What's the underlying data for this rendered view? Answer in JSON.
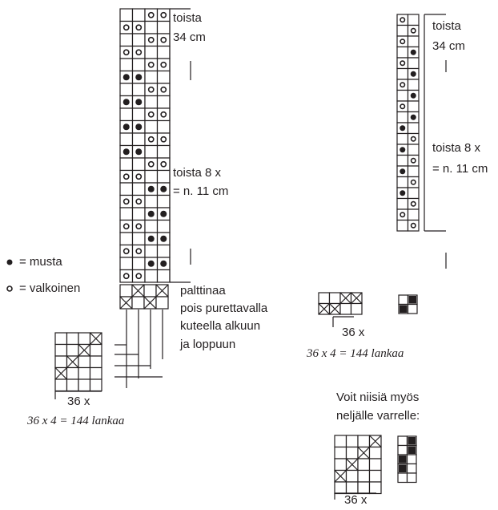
{
  "legend": {
    "black": "= musta",
    "white": "= valkoinen"
  },
  "left": {
    "repeat_label": "toista",
    "repeat_size": "34 cm",
    "repeat8_label": "toista 8 x",
    "repeat8_size": "= n. 11 cm",
    "tabby_lines": [
      "palttinaa",
      "pois purettavalla",
      "kuteella alkuun",
      "ja loppuun"
    ],
    "threading_count": "36 x",
    "formula": "36 x 4 = 144 lankaa",
    "rows_top": [
      "WWOO",
      "OOWW",
      "WWOO",
      "OOWW",
      "WWOO"
    ],
    "rows_body": [
      [
        "BBWW",
        "WWOO",
        "BBWW",
        "WWOO",
        "BBWW",
        "WWOO",
        "BBWW",
        "WWOO"
      ],
      [
        "OOWW",
        "WWBB",
        "OOWW",
        "WWBB",
        "OOWW",
        "WWBB",
        "OOWW",
        "WWBB"
      ]
    ],
    "rows_end": [
      "OOWW"
    ]
  },
  "right": {
    "repeat_label": "toista",
    "repeat_size": "34 cm",
    "repeat8_label": "toista 8 x",
    "repeat8_size": "= n. 11 cm",
    "threading_count": "36 x",
    "formula": "36 x 4 = 144 lankaa",
    "also_lines": [
      "Voit niisiä myös",
      "neljälle varrelle:"
    ],
    "bottom_count": "36 x",
    "rows_top": [
      "OW",
      "WO"
    ],
    "rows_body": [
      "OW",
      "WB"
    ],
    "rows_end": [
      "OW",
      "WO"
    ]
  },
  "colors": {
    "ink": "#231f20",
    "paper": "#ffffff"
  }
}
